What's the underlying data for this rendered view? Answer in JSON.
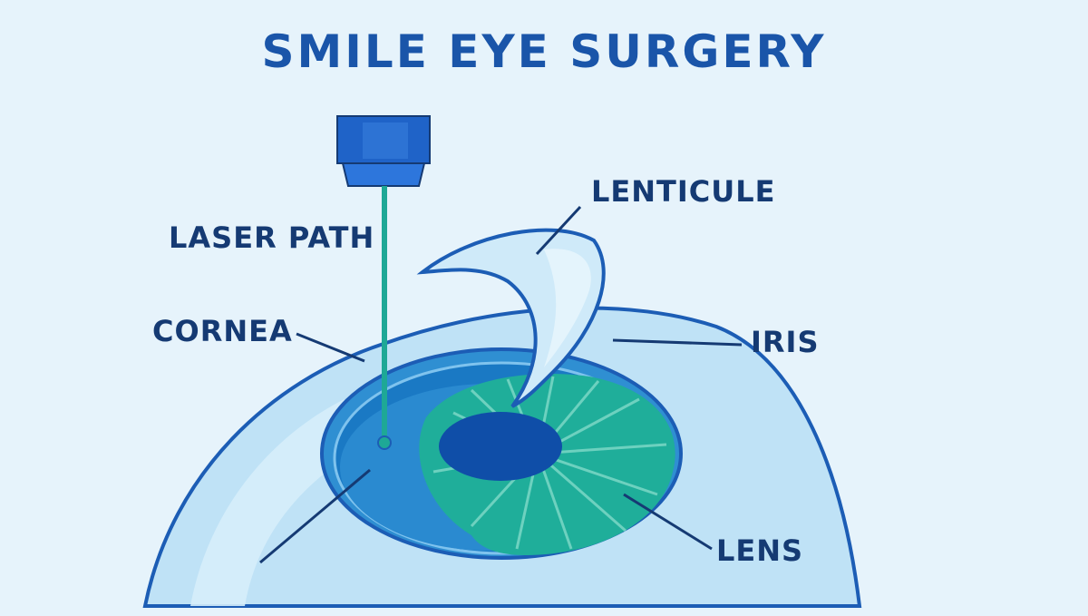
{
  "title": "SMILE EYE SURGERY",
  "labels": {
    "laser_path": "LASER PATH",
    "cornea": "CORNEA",
    "lenticule": "LENTICULE",
    "iris": "IRIS",
    "lens": "LENS"
  },
  "colors": {
    "background": "#e6f3fb",
    "title": "#1a55a9",
    "label_text": "#153a73",
    "eye_outline": "#1c5db5",
    "eye_fill": "#bfe2f6",
    "laser_device": "#1f63c8",
    "laser_beam": "#1ea896",
    "iris": "#1fae9a",
    "pupil": "#0f4ea8",
    "lenticule": "#cfeaf9"
  }
}
